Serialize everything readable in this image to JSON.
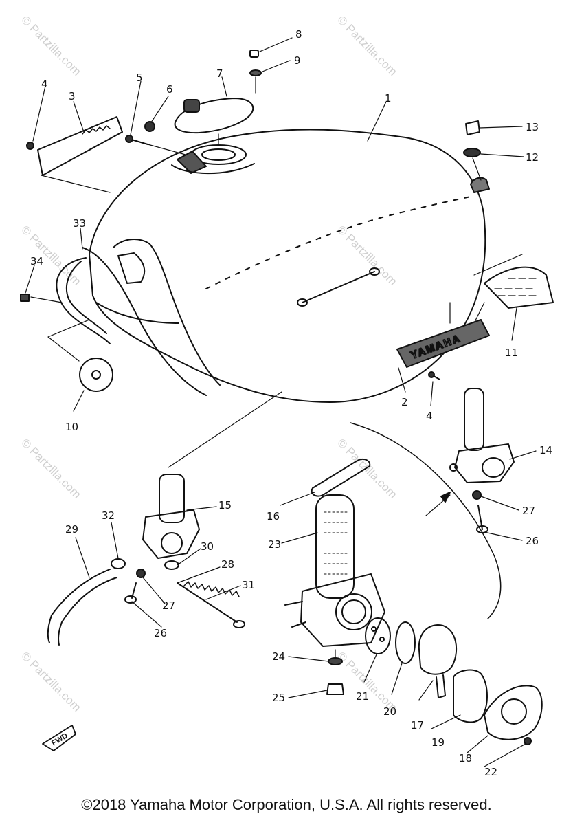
{
  "watermark": "© Partzilla.com",
  "copyright": "©2018  Yamaha Motor Corporation, U.S.A. All rights reserved.",
  "fwd_label": "FWD",
  "tank_brand": "YAMAHA",
  "callouts": [
    "1",
    "2",
    "3",
    "4",
    "4",
    "5",
    "6",
    "7",
    "8",
    "9",
    "10",
    "11",
    "12",
    "13",
    "14",
    "15",
    "16",
    "17",
    "18",
    "19",
    "20",
    "21",
    "22",
    "23",
    "24",
    "25",
    "26",
    "26",
    "27",
    "27",
    "28",
    "29",
    "30",
    "31",
    "32",
    "33",
    "34"
  ]
}
